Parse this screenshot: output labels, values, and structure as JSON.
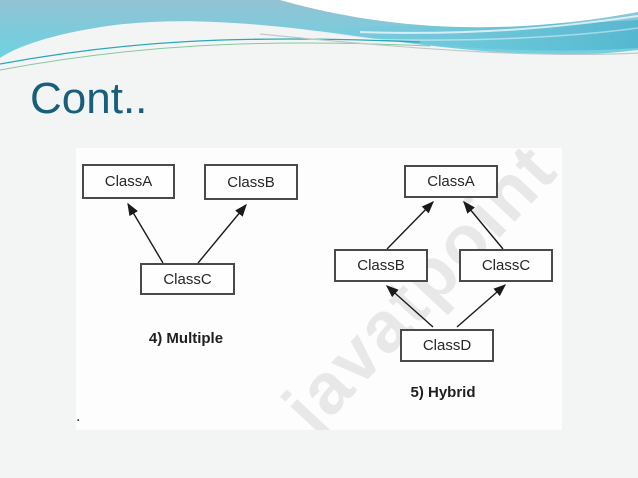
{
  "slide": {
    "title": "Cont..",
    "stray_dot": "."
  },
  "watermark": {
    "text": "javatpoint"
  },
  "diagrams": {
    "multiple": {
      "label": "4) Multiple",
      "nodes": {
        "a": "ClassA",
        "b": "ClassB",
        "c": "ClassC"
      },
      "edges": [
        "ClassC -> ClassA",
        "ClassC -> ClassB"
      ]
    },
    "hybrid": {
      "label": "5) Hybrid",
      "nodes": {
        "a": "ClassA",
        "b": "ClassB",
        "c": "ClassC",
        "d": "ClassD"
      },
      "edges": [
        "ClassB -> ClassA",
        "ClassC -> ClassA",
        "ClassD -> ClassB",
        "ClassD -> ClassC"
      ]
    }
  },
  "colors": {
    "title_text": "#175f7b",
    "header_band_top": "#93c3d4",
    "header_band_bottom": "#6fd2e0",
    "accent_teal_line": "#2ba7ba",
    "accent_green_line": "#86c99d",
    "accent_gray_line": "#c2c8ca",
    "box_border": "#4a4a4a",
    "box_text": "#262626",
    "panel_background": "#fdfdfd",
    "slide_background": "#f3f5f4"
  }
}
